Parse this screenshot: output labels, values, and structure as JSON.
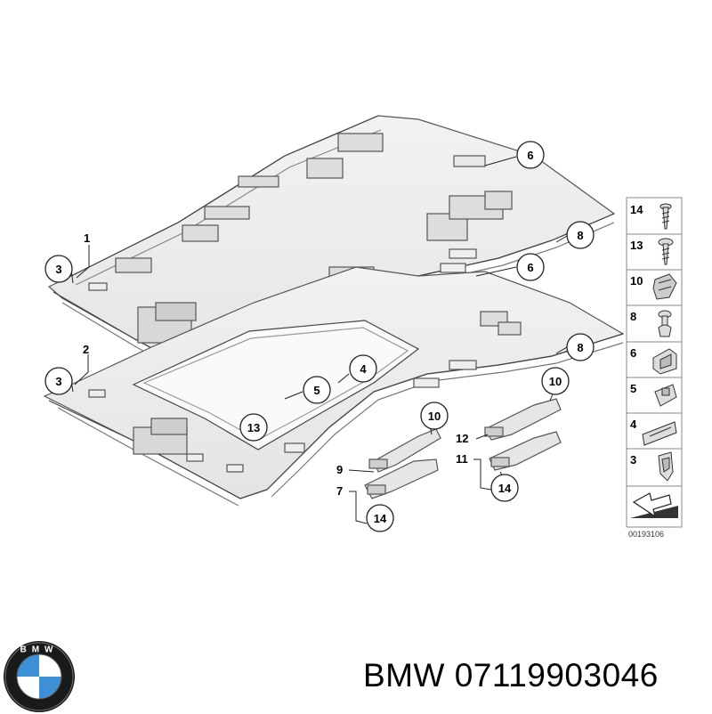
{
  "diagram": {
    "callouts": {
      "c1": "1",
      "c2": "2",
      "c3a": "3",
      "c3b": "3",
      "c4": "4",
      "c5": "5",
      "c6a": "6",
      "c6b": "6",
      "c7": "7",
      "c8a": "8",
      "c8b": "8",
      "c9": "9",
      "c10a": "10",
      "c10b": "10",
      "c11": "11",
      "c12": "12",
      "c13": "13",
      "c14a": "14",
      "c14b": "14"
    },
    "legend": [
      "14",
      "13",
      "10",
      "8",
      "6",
      "5",
      "4",
      "3"
    ],
    "diagram_code": "00193106"
  },
  "caption": "BMW 07119903046",
  "logo": {
    "letters": "BMW",
    "colors": {
      "blue": "#3d8fd6",
      "ring": "#1a1a1a",
      "white": "#ffffff"
    }
  }
}
